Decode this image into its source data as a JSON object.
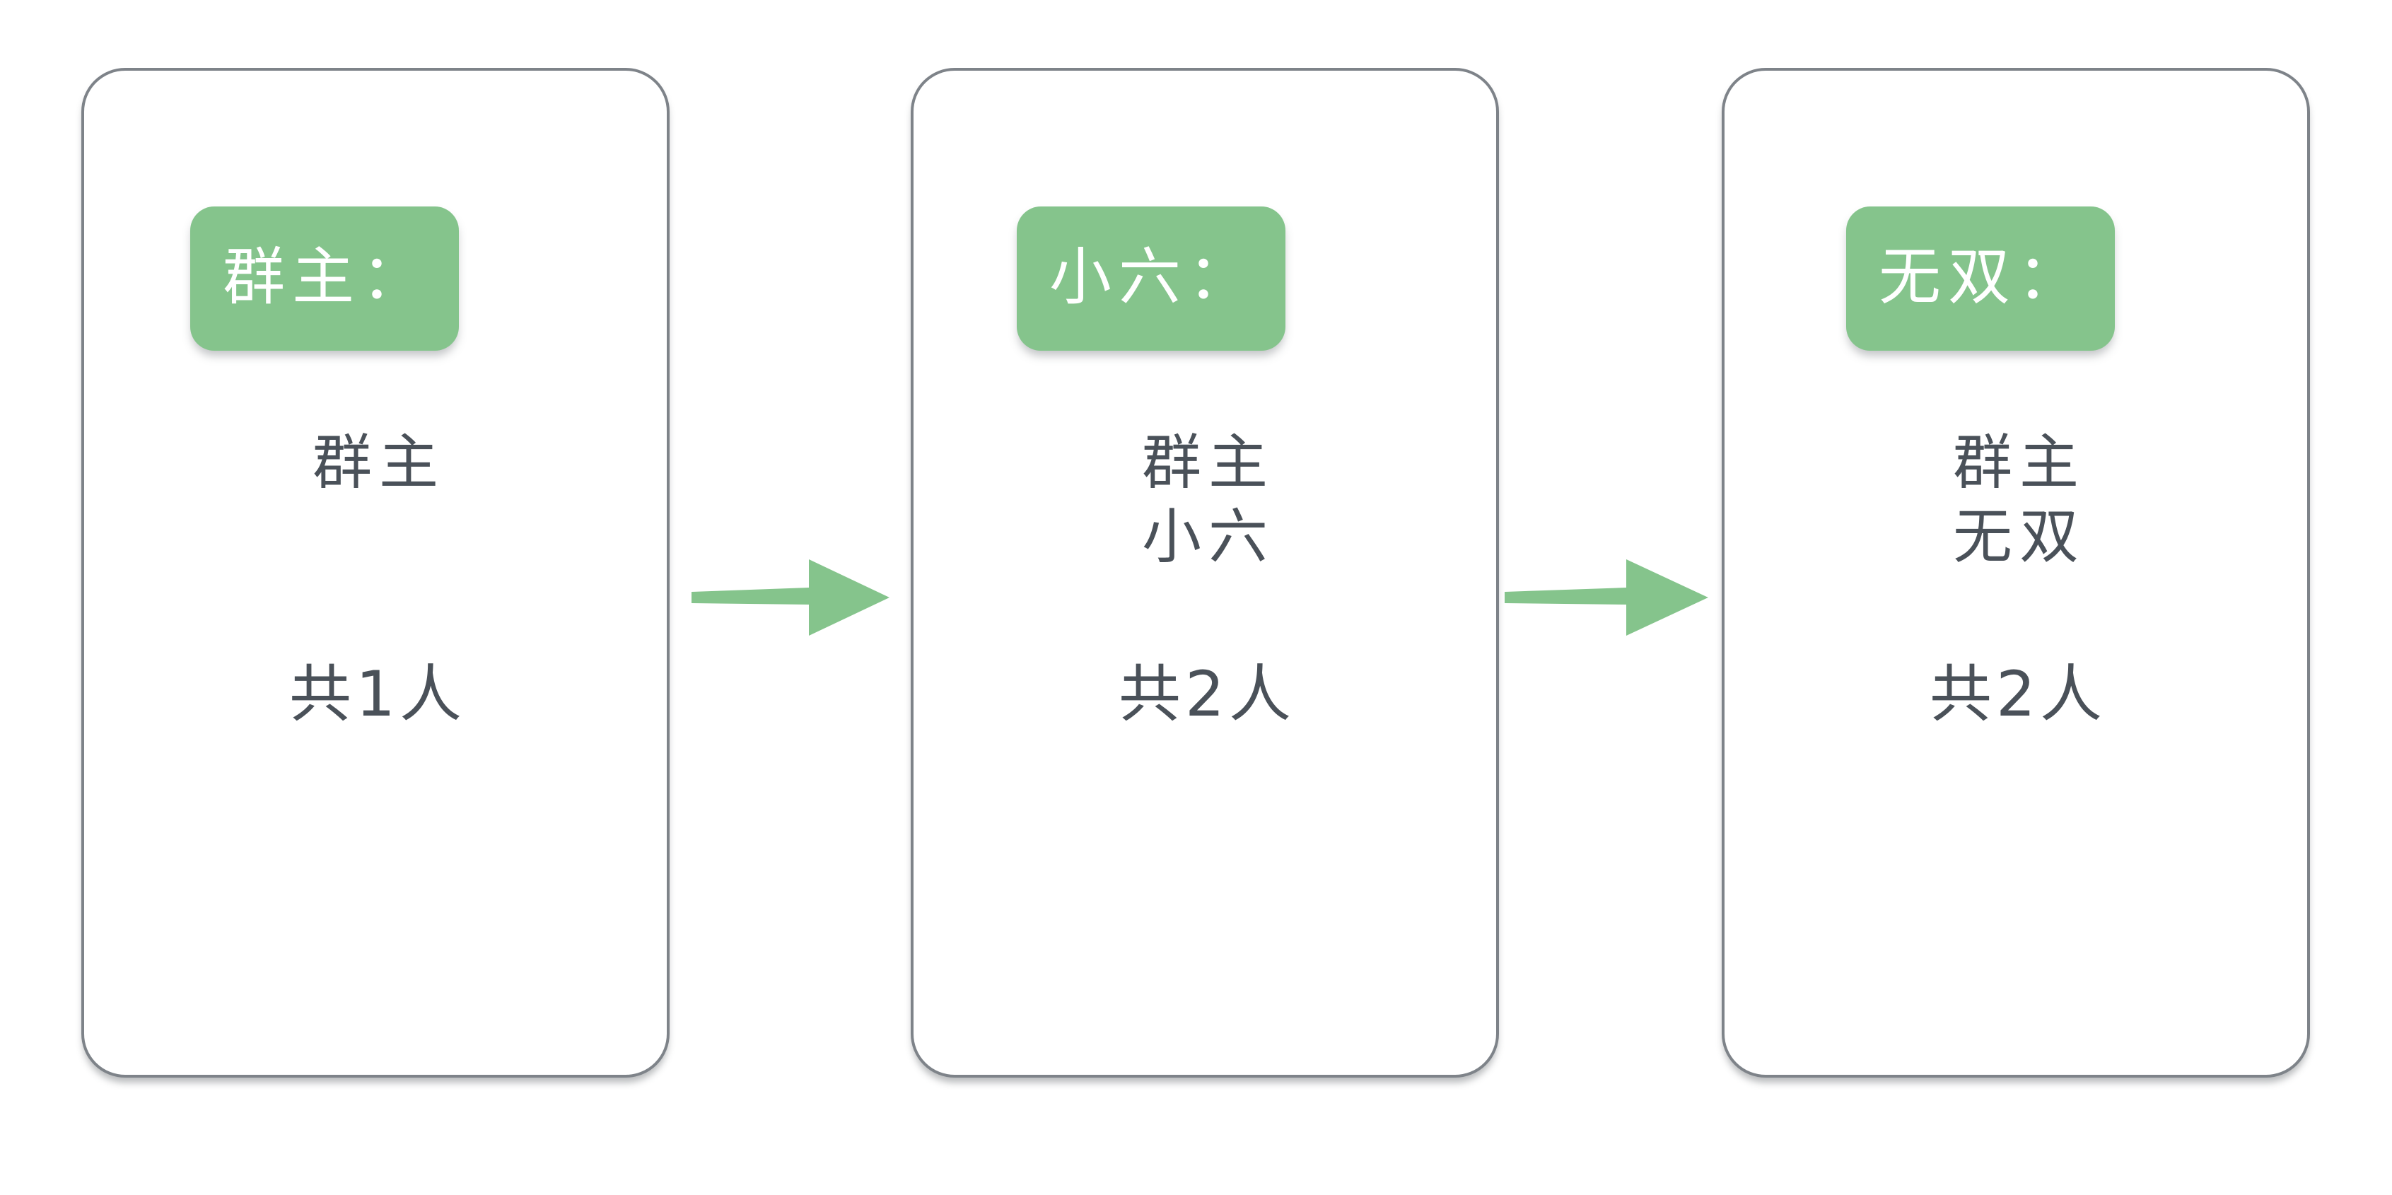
{
  "theme": {
    "background": "#ffffff",
    "card_border": "#7E8389",
    "badge_green": "#85C48C",
    "arrow_green": "#85C48C",
    "text_dark": "#4A5159",
    "badge_text": "#ffffff"
  },
  "flow": {
    "cards": [
      {
        "badge_label": "群主：",
        "members": [
          "群主"
        ],
        "count_label": "共1人"
      },
      {
        "badge_label": "小六：",
        "members": [
          "群主",
          "小六"
        ],
        "count_label": "共2人"
      },
      {
        "badge_label": "无双：",
        "members": [
          "群主",
          "无双"
        ],
        "count_label": "共2人"
      }
    ],
    "arrows": [
      {
        "direction": "right"
      },
      {
        "direction": "right"
      }
    ]
  }
}
